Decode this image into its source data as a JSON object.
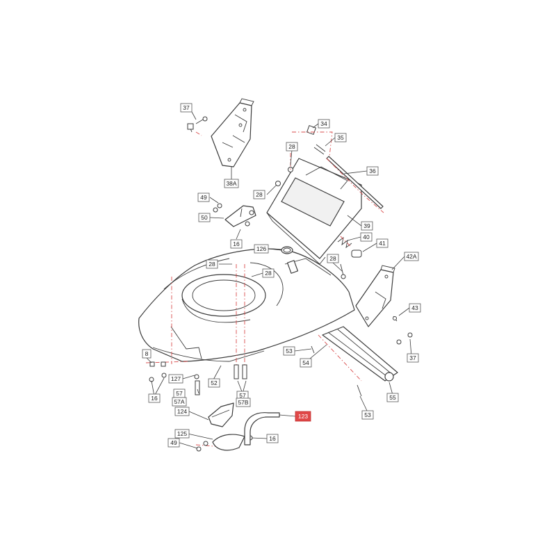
{
  "diagram": {
    "accent_color": "#d94a4a",
    "highlight_color": "#e04848",
    "callouts": [
      {
        "id": "c37a",
        "label": "37"
      },
      {
        "id": "c38a",
        "label": "38A"
      },
      {
        "id": "c34",
        "label": "34"
      },
      {
        "id": "c35",
        "label": "35"
      },
      {
        "id": "c28a",
        "label": "28"
      },
      {
        "id": "c36",
        "label": "36"
      },
      {
        "id": "c28b",
        "label": "28"
      },
      {
        "id": "c49a",
        "label": "49"
      },
      {
        "id": "c50",
        "label": "50"
      },
      {
        "id": "c16a",
        "label": "16"
      },
      {
        "id": "c39",
        "label": "39"
      },
      {
        "id": "c40",
        "label": "40"
      },
      {
        "id": "c41",
        "label": "41"
      },
      {
        "id": "c126",
        "label": "126"
      },
      {
        "id": "c28c",
        "label": "28"
      },
      {
        "id": "c28d",
        "label": "28"
      },
      {
        "id": "c28e",
        "label": "28"
      },
      {
        "id": "c42a",
        "label": "42A"
      },
      {
        "id": "c43",
        "label": "43"
      },
      {
        "id": "c37b",
        "label": "37"
      },
      {
        "id": "c8",
        "label": "8"
      },
      {
        "id": "c53a",
        "label": "53"
      },
      {
        "id": "c54",
        "label": "54"
      },
      {
        "id": "c127",
        "label": "127"
      },
      {
        "id": "c52",
        "label": "52"
      },
      {
        "id": "c16b",
        "label": "16"
      },
      {
        "id": "c57a",
        "label": "57"
      },
      {
        "id": "c57a2",
        "label": "57A"
      },
      {
        "id": "c57b",
        "label": "57"
      },
      {
        "id": "c57b2",
        "label": "57B"
      },
      {
        "id": "c55",
        "label": "55"
      },
      {
        "id": "c53b",
        "label": "53"
      },
      {
        "id": "c124",
        "label": "124"
      },
      {
        "id": "c123",
        "label": "123",
        "highlight": true
      },
      {
        "id": "c125",
        "label": "125"
      },
      {
        "id": "c16c",
        "label": "16"
      },
      {
        "id": "c49b",
        "label": "49"
      }
    ]
  }
}
